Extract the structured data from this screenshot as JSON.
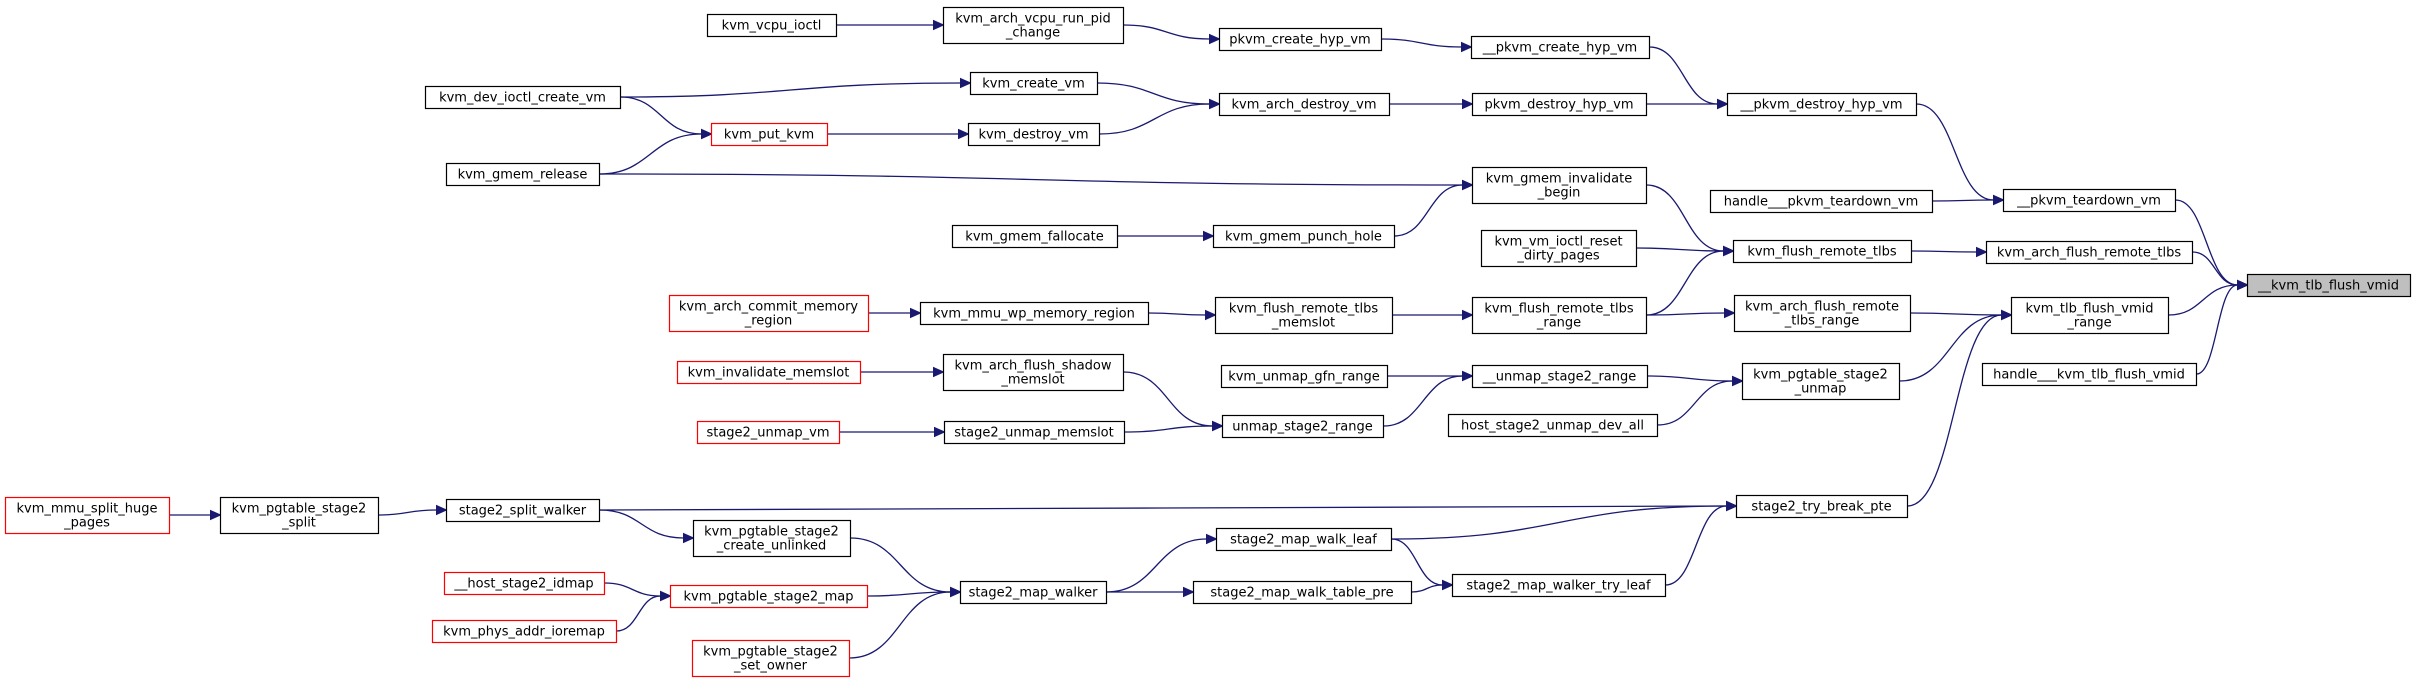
{
  "colors": {
    "edge": "#191970",
    "normal_border": "#000000",
    "truncated_border": "#ff0000",
    "focus_fill": "#bfbfbf",
    "node_fill": "#ffffff"
  },
  "nodes": [
    {
      "id": "tlb_flush_vmid",
      "lines": [
        "__kvm_tlb_flush_vmid"
      ],
      "style": "focus"
    },
    {
      "id": "pkvm_teardown_vm",
      "lines": [
        "__pkvm_teardown_vm"
      ],
      "style": "normal"
    },
    {
      "id": "kvm_arch_flush_remote_tlbs",
      "lines": [
        "kvm_arch_flush_remote_tlbs"
      ],
      "style": "normal"
    },
    {
      "id": "kvm_tlb_flush_vmid_range",
      "lines": [
        "kvm_tlb_flush_vmid",
        "_range"
      ],
      "style": "normal"
    },
    {
      "id": "handle_kvm_tlb_flush_vmid",
      "lines": [
        "handle___kvm_tlb_flush_vmid"
      ],
      "style": "normal"
    },
    {
      "id": "pkvm_destroy_hyp_vm2",
      "lines": [
        "__pkvm_destroy_hyp_vm"
      ],
      "style": "normal"
    },
    {
      "id": "handle_pkvm_teardown_vm",
      "lines": [
        "handle___pkvm_teardown_vm"
      ],
      "style": "normal"
    },
    {
      "id": "kvm_flush_remote_tlbs",
      "lines": [
        "kvm_flush_remote_tlbs"
      ],
      "style": "normal"
    },
    {
      "id": "kvm_arch_flush_remote_tlbs_range",
      "lines": [
        "kvm_arch_flush_remote",
        "_tlbs_range"
      ],
      "style": "normal"
    },
    {
      "id": "kvm_pgtable_stage2_unmap",
      "lines": [
        "kvm_pgtable_stage2",
        "_unmap"
      ],
      "style": "normal"
    },
    {
      "id": "stage2_try_break_pte",
      "lines": [
        "stage2_try_break_pte"
      ],
      "style": "normal"
    },
    {
      "id": "pkvm_create_hyp_vm2",
      "lines": [
        "__pkvm_create_hyp_vm"
      ],
      "style": "normal"
    },
    {
      "id": "pkvm_destroy_hyp_vm",
      "lines": [
        "pkvm_destroy_hyp_vm"
      ],
      "style": "normal"
    },
    {
      "id": "kvm_gmem_invalidate_begin",
      "lines": [
        "kvm_gmem_invalidate",
        "_begin"
      ],
      "style": "normal"
    },
    {
      "id": "kvm_vm_ioctl_reset_dirty_pages",
      "lines": [
        "kvm_vm_ioctl_reset",
        "_dirty_pages"
      ],
      "style": "normal"
    },
    {
      "id": "kvm_flush_remote_tlbs_range",
      "lines": [
        "kvm_flush_remote_tlbs",
        "_range"
      ],
      "style": "normal"
    },
    {
      "id": "unmap_stage2_range2",
      "lines": [
        "__unmap_stage2_range"
      ],
      "style": "normal"
    },
    {
      "id": "host_stage2_unmap_dev_all",
      "lines": [
        "host_stage2_unmap_dev_all"
      ],
      "style": "normal"
    },
    {
      "id": "stage2_map_walker_try_leaf",
      "lines": [
        "stage2_map_walker_try_leaf"
      ],
      "style": "normal"
    },
    {
      "id": "pkvm_create_hyp_vm",
      "lines": [
        "pkvm_create_hyp_vm"
      ],
      "style": "normal"
    },
    {
      "id": "kvm_arch_destroy_vm",
      "lines": [
        "kvm_arch_destroy_vm"
      ],
      "style": "normal"
    },
    {
      "id": "kvm_gmem_punch_hole",
      "lines": [
        "kvm_gmem_punch_hole"
      ],
      "style": "normal"
    },
    {
      "id": "kvm_flush_remote_tlbs_memslot",
      "lines": [
        "kvm_flush_remote_tlbs",
        "_memslot"
      ],
      "style": "normal"
    },
    {
      "id": "kvm_unmap_gfn_range",
      "lines": [
        "kvm_unmap_gfn_range"
      ],
      "style": "normal"
    },
    {
      "id": "unmap_stage2_range",
      "lines": [
        "unmap_stage2_range"
      ],
      "style": "normal"
    },
    {
      "id": "stage2_map_walk_leaf",
      "lines": [
        "stage2_map_walk_leaf"
      ],
      "style": "normal"
    },
    {
      "id": "stage2_map_walk_table_pre",
      "lines": [
        "stage2_map_walk_table_pre"
      ],
      "style": "normal"
    },
    {
      "id": "kvm_arch_vcpu_run_pid_change",
      "lines": [
        "kvm_arch_vcpu_run_pid",
        "_change"
      ],
      "style": "normal"
    },
    {
      "id": "kvm_create_vm",
      "lines": [
        "kvm_create_vm"
      ],
      "style": "normal"
    },
    {
      "id": "kvm_destroy_vm",
      "lines": [
        "kvm_destroy_vm"
      ],
      "style": "normal"
    },
    {
      "id": "kvm_gmem_release",
      "lines": [
        "kvm_gmem_release"
      ],
      "style": "normal"
    },
    {
      "id": "kvm_gmem_fallocate",
      "lines": [
        "kvm_gmem_fallocate"
      ],
      "style": "normal"
    },
    {
      "id": "kvm_mmu_wp_memory_region",
      "lines": [
        "kvm_mmu_wp_memory_region"
      ],
      "style": "normal"
    },
    {
      "id": "kvm_arch_flush_shadow_memslot",
      "lines": [
        "kvm_arch_flush_shadow",
        "_memslot"
      ],
      "style": "normal"
    },
    {
      "id": "stage2_unmap_memslot",
      "lines": [
        "stage2_unmap_memslot"
      ],
      "style": "normal"
    },
    {
      "id": "stage2_split_walker",
      "lines": [
        "stage2_split_walker"
      ],
      "style": "normal"
    },
    {
      "id": "kvm_pgtable_stage2_create_unlinked",
      "lines": [
        "kvm_pgtable_stage2",
        "_create_unlinked"
      ],
      "style": "normal"
    },
    {
      "id": "stage2_map_walker",
      "lines": [
        "stage2_map_walker"
      ],
      "style": "normal"
    },
    {
      "id": "kvm_vcpu_ioctl",
      "lines": [
        "kvm_vcpu_ioctl"
      ],
      "style": "normal"
    },
    {
      "id": "kvm_put_kvm",
      "lines": [
        "kvm_put_kvm"
      ],
      "style": "truncated"
    },
    {
      "id": "kvm_dev_ioctl_create_vm",
      "lines": [
        "kvm_dev_ioctl_create_vm"
      ],
      "style": "normal"
    },
    {
      "id": "kvm_arch_commit_memory_region",
      "lines": [
        "kvm_arch_commit_memory",
        "_region"
      ],
      "style": "truncated"
    },
    {
      "id": "kvm_invalidate_memslot",
      "lines": [
        "kvm_invalidate_memslot"
      ],
      "style": "truncated"
    },
    {
      "id": "stage2_unmap_vm",
      "lines": [
        "stage2_unmap_vm"
      ],
      "style": "truncated"
    },
    {
      "id": "kvm_pgtable_stage2_split",
      "lines": [
        "kvm_pgtable_stage2",
        "_split"
      ],
      "style": "normal"
    },
    {
      "id": "kvm_pgtable_stage2_map",
      "lines": [
        "kvm_pgtable_stage2_map"
      ],
      "style": "truncated"
    },
    {
      "id": "kvm_pgtable_stage2_set_owner",
      "lines": [
        "kvm_pgtable_stage2",
        "_set_owner"
      ],
      "style": "truncated"
    },
    {
      "id": "kvm_mmu_split_huge_pages",
      "lines": [
        "kvm_mmu_split_huge",
        "_pages"
      ],
      "style": "truncated"
    },
    {
      "id": "host_stage2_idmap",
      "lines": [
        "__host_stage2_idmap"
      ],
      "style": "truncated"
    },
    {
      "id": "kvm_phys_addr_ioremap",
      "lines": [
        "kvm_phys_addr_ioremap"
      ],
      "style": "truncated"
    }
  ],
  "edges": [
    {
      "from": "pkvm_teardown_vm",
      "to": "tlb_flush_vmid"
    },
    {
      "from": "kvm_arch_flush_remote_tlbs",
      "to": "tlb_flush_vmid"
    },
    {
      "from": "kvm_tlb_flush_vmid_range",
      "to": "tlb_flush_vmid"
    },
    {
      "from": "handle_kvm_tlb_flush_vmid",
      "to": "tlb_flush_vmid"
    },
    {
      "from": "pkvm_destroy_hyp_vm2",
      "to": "pkvm_teardown_vm"
    },
    {
      "from": "handle_pkvm_teardown_vm",
      "to": "pkvm_teardown_vm"
    },
    {
      "from": "kvm_flush_remote_tlbs",
      "to": "kvm_arch_flush_remote_tlbs"
    },
    {
      "from": "kvm_arch_flush_remote_tlbs_range",
      "to": "kvm_tlb_flush_vmid_range"
    },
    {
      "from": "kvm_pgtable_stage2_unmap",
      "to": "kvm_tlb_flush_vmid_range"
    },
    {
      "from": "stage2_try_break_pte",
      "to": "kvm_tlb_flush_vmid_range"
    },
    {
      "from": "pkvm_create_hyp_vm2",
      "to": "pkvm_destroy_hyp_vm2"
    },
    {
      "from": "pkvm_destroy_hyp_vm",
      "to": "pkvm_destroy_hyp_vm2"
    },
    {
      "from": "kvm_gmem_invalidate_begin",
      "to": "kvm_flush_remote_tlbs"
    },
    {
      "from": "kvm_vm_ioctl_reset_dirty_pages",
      "to": "kvm_flush_remote_tlbs"
    },
    {
      "from": "kvm_flush_remote_tlbs_range",
      "to": "kvm_flush_remote_tlbs"
    },
    {
      "from": "kvm_flush_remote_tlbs_range",
      "to": "kvm_arch_flush_remote_tlbs_range"
    },
    {
      "from": "unmap_stage2_range2",
      "to": "kvm_pgtable_stage2_unmap"
    },
    {
      "from": "host_stage2_unmap_dev_all",
      "to": "kvm_pgtable_stage2_unmap"
    },
    {
      "from": "stage2_map_walker_try_leaf",
      "to": "stage2_try_break_pte"
    },
    {
      "from": "stage2_map_walk_leaf",
      "to": "stage2_try_break_pte"
    },
    {
      "from": "stage2_split_walker",
      "to": "stage2_try_break_pte"
    },
    {
      "from": "pkvm_create_hyp_vm",
      "to": "pkvm_create_hyp_vm2"
    },
    {
      "from": "kvm_arch_destroy_vm",
      "to": "pkvm_destroy_hyp_vm"
    },
    {
      "from": "kvm_gmem_punch_hole",
      "to": "kvm_gmem_invalidate_begin"
    },
    {
      "from": "kvm_gmem_release",
      "to": "kvm_gmem_invalidate_begin"
    },
    {
      "from": "kvm_flush_remote_tlbs_memslot",
      "to": "kvm_flush_remote_tlbs_range"
    },
    {
      "from": "kvm_unmap_gfn_range",
      "to": "unmap_stage2_range2"
    },
    {
      "from": "unmap_stage2_range",
      "to": "unmap_stage2_range2"
    },
    {
      "from": "stage2_map_walk_leaf",
      "to": "stage2_map_walker_try_leaf"
    },
    {
      "from": "stage2_map_walk_table_pre",
      "to": "stage2_map_walker_try_leaf"
    },
    {
      "from": "kvm_arch_vcpu_run_pid_change",
      "to": "pkvm_create_hyp_vm"
    },
    {
      "from": "kvm_create_vm",
      "to": "kvm_arch_destroy_vm"
    },
    {
      "from": "kvm_destroy_vm",
      "to": "kvm_arch_destroy_vm"
    },
    {
      "from": "kvm_gmem_fallocate",
      "to": "kvm_gmem_punch_hole"
    },
    {
      "from": "kvm_mmu_wp_memory_region",
      "to": "kvm_flush_remote_tlbs_memslot"
    },
    {
      "from": "kvm_arch_flush_shadow_memslot",
      "to": "unmap_stage2_range"
    },
    {
      "from": "stage2_unmap_memslot",
      "to": "unmap_stage2_range"
    },
    {
      "from": "stage2_map_walker",
      "to": "stage2_map_walk_leaf"
    },
    {
      "from": "stage2_map_walker",
      "to": "stage2_map_walk_table_pre"
    },
    {
      "from": "kvm_vcpu_ioctl",
      "to": "kvm_arch_vcpu_run_pid_change"
    },
    {
      "from": "kvm_dev_ioctl_create_vm",
      "to": "kvm_create_vm"
    },
    {
      "from": "kvm_put_kvm",
      "to": "kvm_destroy_vm"
    },
    {
      "from": "kvm_arch_commit_memory_region",
      "to": "kvm_mmu_wp_memory_region"
    },
    {
      "from": "kvm_invalidate_memslot",
      "to": "kvm_arch_flush_shadow_memslot"
    },
    {
      "from": "stage2_unmap_vm",
      "to": "stage2_unmap_memslot"
    },
    {
      "from": "kvm_pgtable_stage2_split",
      "to": "stage2_split_walker"
    },
    {
      "from": "stage2_split_walker",
      "to": "kvm_pgtable_stage2_create_unlinked"
    },
    {
      "from": "kvm_pgtable_stage2_create_unlinked",
      "to": "stage2_map_walker"
    },
    {
      "from": "kvm_pgtable_stage2_map",
      "to": "stage2_map_walker"
    },
    {
      "from": "kvm_pgtable_stage2_set_owner",
      "to": "stage2_map_walker"
    },
    {
      "from": "kvm_dev_ioctl_create_vm",
      "to": "kvm_put_kvm"
    },
    {
      "from": "kvm_gmem_release",
      "to": "kvm_put_kvm"
    },
    {
      "from": "kvm_mmu_split_huge_pages",
      "to": "kvm_pgtable_stage2_split"
    },
    {
      "from": "host_stage2_idmap",
      "to": "kvm_pgtable_stage2_map"
    },
    {
      "from": "kvm_phys_addr_ioremap",
      "to": "kvm_pgtable_stage2_map"
    }
  ]
}
